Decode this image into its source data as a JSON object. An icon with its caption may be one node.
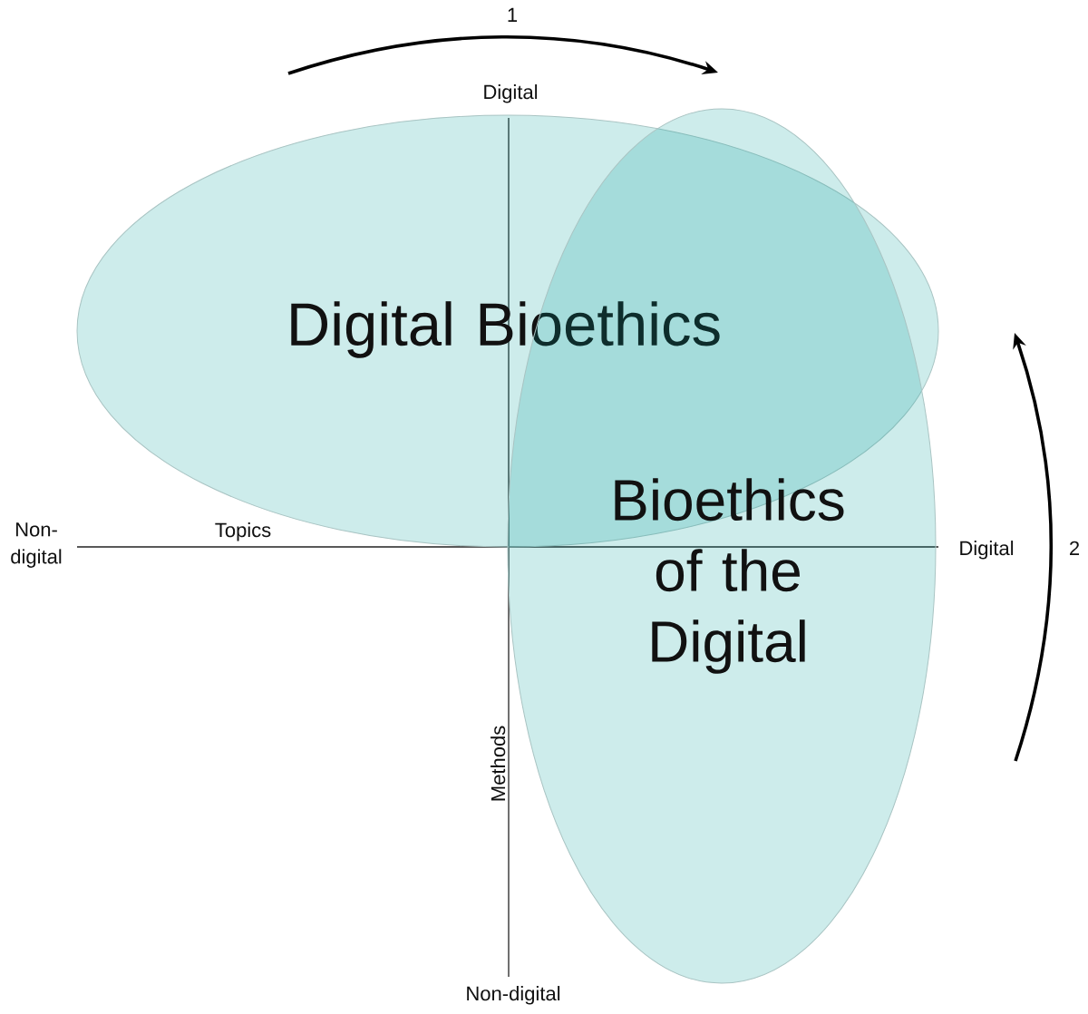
{
  "diagram": {
    "nodes": [
      {
        "text": [
          "Digital Bioethics"
        ]
      },
      {
        "text": [
          "Bioethics of the Digital"
        ]
      }
    ],
    "labels": [
      "1",
      "Digital",
      "Non-digital",
      "Topics",
      "Digital",
      "2",
      "Methods",
      "Non-digital"
    ]
  }
}
